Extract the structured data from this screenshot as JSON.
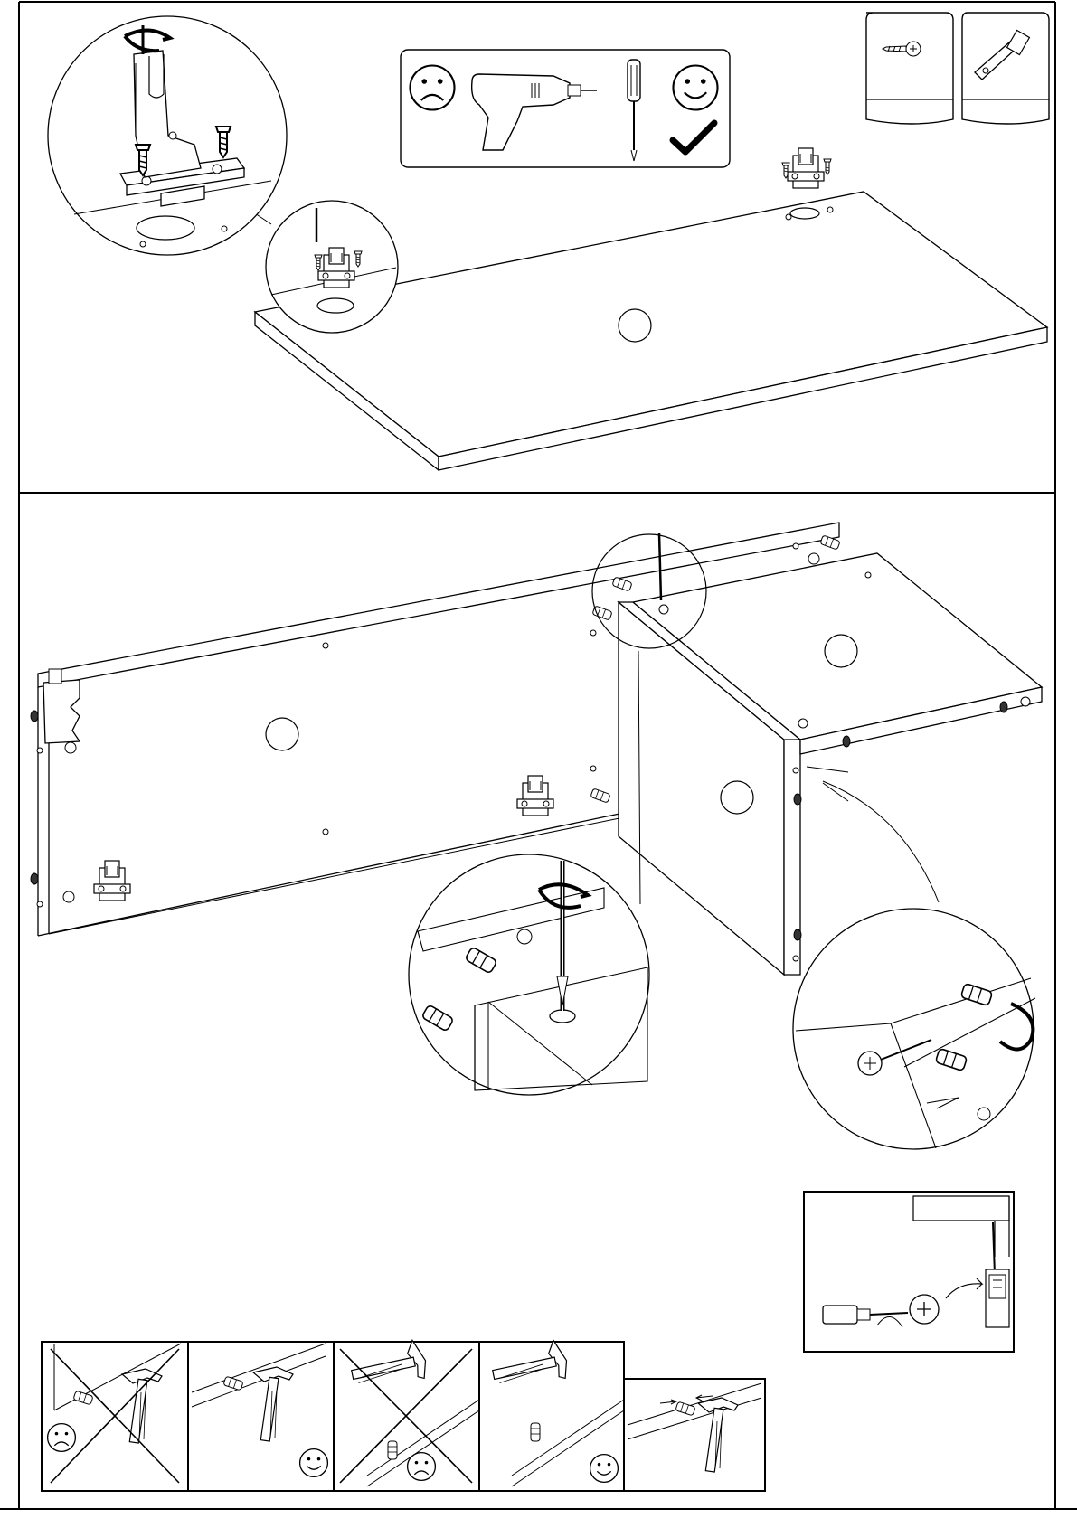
{
  "document": {
    "type": "assembly-instruction-sheet",
    "steps": [
      {
        "id": "step-hinge-mounting",
        "parts_legend": [
          {
            "icon": "wood-screw-icon"
          },
          {
            "icon": "hinge-plate-icon"
          }
        ],
        "tool_guidance": {
          "not_recommended": {
            "tool": "power-drill-icon",
            "face": "sad-face-icon"
          },
          "recommended": {
            "tool": "screwdriver-icon",
            "face": "happy-face-icon",
            "mark": "checkmark-icon"
          }
        }
      },
      {
        "id": "step-cabinet-assembly",
        "details": [
          "cam-screw-detail",
          "dowel-screw-detail",
          "cam-lock-insert-detail"
        ],
        "dowel_insertion_guide": [
          {
            "panel": "dowel-wrong-1",
            "result": "sad-face-icon",
            "crossed": true
          },
          {
            "panel": "dowel-correct-1",
            "result": "happy-face-icon",
            "crossed": false
          },
          {
            "panel": "dowel-wrong-2",
            "result": "sad-face-icon",
            "crossed": true
          },
          {
            "panel": "dowel-correct-2",
            "result": "happy-face-icon",
            "crossed": false
          },
          {
            "panel": "dowel-flush-detail",
            "result": "",
            "crossed": false
          }
        ]
      }
    ]
  }
}
